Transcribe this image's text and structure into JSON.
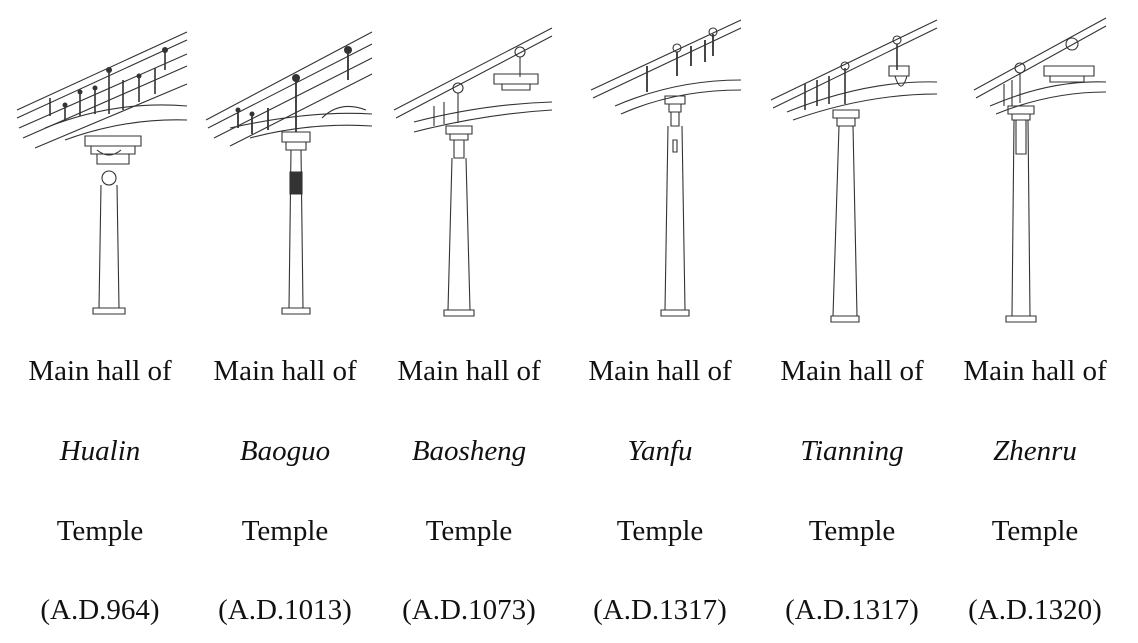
{
  "columns": [
    {
      "line1": "Main hall of",
      "temple": "Hualin",
      "line3": "Temple",
      "date": "(A.D.964)",
      "icon": "timber-column-bracket-icon"
    },
    {
      "line1": "Main hall of",
      "temple": "Baoguo",
      "line3": "Temple",
      "date": "(A.D.1013)",
      "icon": "timber-column-bracket-icon"
    },
    {
      "line1": "Main hall of",
      "temple": "Baosheng",
      "line3": "Temple",
      "date": "(A.D.1073)",
      "icon": "timber-column-bracket-icon"
    },
    {
      "line1": "Main hall of",
      "temple": "Yanfu",
      "line3": "Temple",
      "date": "(A.D.1317)",
      "icon": "timber-column-bracket-icon"
    },
    {
      "line1": "Main hall of",
      "temple": "Tianning",
      "line3": "Temple",
      "date": "(A.D.1317)",
      "icon": "timber-column-bracket-icon"
    },
    {
      "line1": "Main hall of",
      "temple": "Zhenru",
      "line3": "Temple",
      "date": "(A.D.1320)",
      "icon": "timber-column-bracket-icon"
    }
  ]
}
